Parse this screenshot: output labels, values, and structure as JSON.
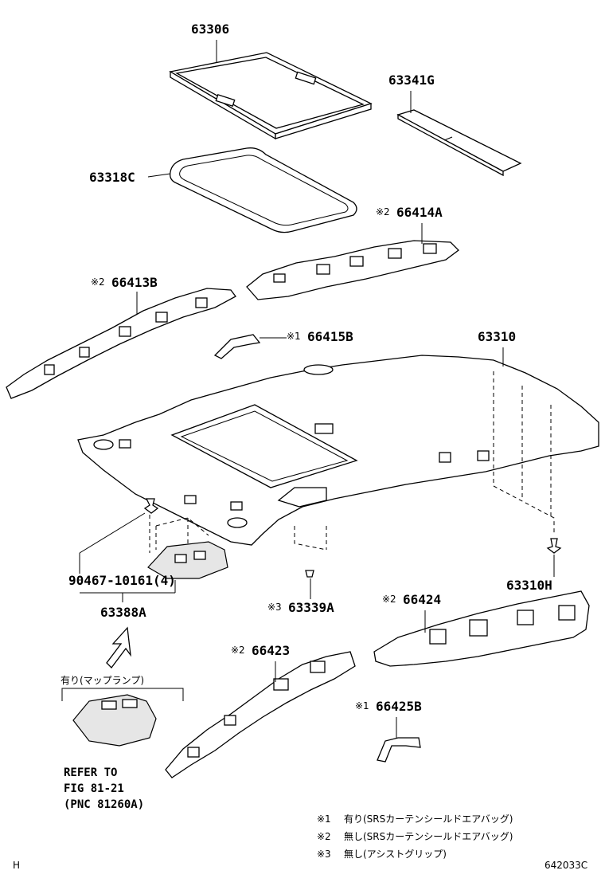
{
  "labels": {
    "p63306": "63306",
    "p63341g": "63341G",
    "p63318c": "63318C",
    "p66414a": "66414A",
    "p66413b": "66413B",
    "p66415b": "66415B",
    "p63310": "63310",
    "p90467": "90467-10161(4)",
    "p63388a": "63388A",
    "p63310h": "63310H",
    "p63339a": "63339A",
    "p66424": "66424",
    "p66423": "66423",
    "p66425b": "66425B"
  },
  "marks": {
    "m66414a": "※2",
    "m66413b": "※2",
    "m66415b": "※1",
    "m63339a": "※3",
    "m66424": "※2",
    "m66423": "※2",
    "m66425b": "※1"
  },
  "inset": {
    "caption": "有り(マップランプ)",
    "refer_line1": "REFER TO",
    "refer_line2": "FIG 81-21",
    "refer_line3": "(PNC 81260A)"
  },
  "legend": [
    {
      "mark": "※1",
      "text": "有り(SRSカーテンシールドエアバッグ)"
    },
    {
      "mark": "※2",
      "text": "無し(SRSカーテンシールドエアバッグ)"
    },
    {
      "mark": "※3",
      "text": "無し(アシストグリップ)"
    }
  ],
  "corner_left": "H",
  "figure_code": "642033C"
}
